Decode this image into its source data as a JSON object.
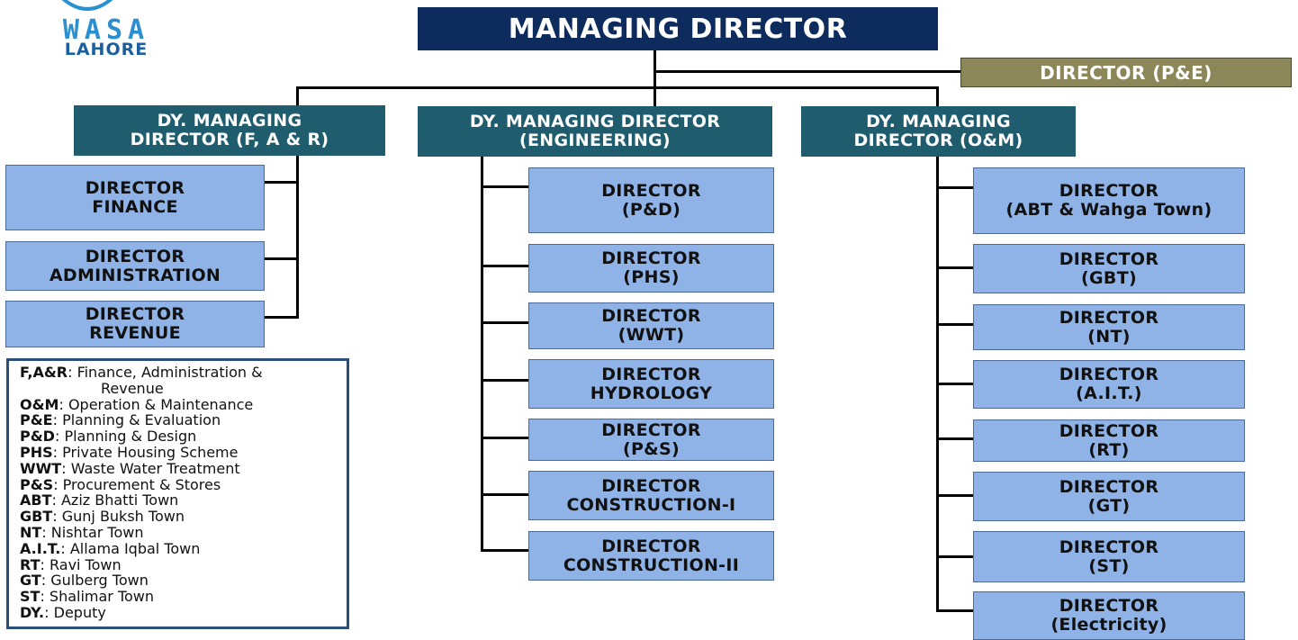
{
  "logo": {
    "line1": "WASA",
    "line2": "LAHORE"
  },
  "managing_director": "MANAGING DIRECTOR",
  "director_pe": "DIRECTOR (P&E)",
  "dy_far": {
    "l1": "DY. MANAGING",
    "l2": "DIRECTOR (F, A & R)"
  },
  "dy_eng": {
    "l1": "DY. MANAGING DIRECTOR",
    "l2": "(ENGINEERING)"
  },
  "dy_om": {
    "l1": "DY. MANAGING",
    "l2": "DIRECTOR (O&M)"
  },
  "left_directors": [
    {
      "l1": "DIRECTOR",
      "l2": "FINANCE"
    },
    {
      "l1": "DIRECTOR",
      "l2": "ADMINISTRATION"
    },
    {
      "l1": "DIRECTOR",
      "l2": "REVENUE"
    }
  ],
  "eng_directors": [
    {
      "l1": "DIRECTOR",
      "l2": "(P&D)"
    },
    {
      "l1": "DIRECTOR",
      "l2": "(PHS)"
    },
    {
      "l1": "DIRECTOR",
      "l2": "(WWT)"
    },
    {
      "l1": "DIRECTOR",
      "l2": "HYDROLOGY"
    },
    {
      "l1": "DIRECTOR",
      "l2": "(P&S)"
    },
    {
      "l1": "DIRECTOR",
      "l2": "CONSTRUCTION-I"
    },
    {
      "l1": "DIRECTOR",
      "l2": "CONSTRUCTION-II"
    }
  ],
  "om_directors": [
    {
      "l1": "DIRECTOR",
      "l2": "(ABT & Wahga Town)"
    },
    {
      "l1": "DIRECTOR",
      "l2": "(GBT)"
    },
    {
      "l1": "DIRECTOR",
      "l2": "(NT)"
    },
    {
      "l1": "DIRECTOR",
      "l2": "(A.I.T.)"
    },
    {
      "l1": "DIRECTOR",
      "l2": "(RT)"
    },
    {
      "l1": "DIRECTOR",
      "l2": "(GT)"
    },
    {
      "l1": "DIRECTOR",
      "l2": "(ST)"
    },
    {
      "l1": "DIRECTOR",
      "l2": "(Electricity)"
    }
  ],
  "legend": [
    {
      "abbr": "F,A&R",
      "text": ": Finance, Administration &"
    },
    {
      "abbr": "",
      "text": "Revenue"
    },
    {
      "abbr": "O&M",
      "text": ": Operation & Maintenance"
    },
    {
      "abbr": "P&E",
      "text": ": Planning & Evaluation"
    },
    {
      "abbr": "P&D",
      "text": ": Planning & Design"
    },
    {
      "abbr": "PHS",
      "text": ": Private Housing Scheme"
    },
    {
      "abbr": "WWT",
      "text": ": Waste Water Treatment"
    },
    {
      "abbr": "P&S",
      "text": ": Procurement & Stores"
    },
    {
      "abbr": "ABT",
      "text": ": Aziz Bhatti Town"
    },
    {
      "abbr": "GBT",
      "text": ": Gunj Buksh Town"
    },
    {
      "abbr": "NT",
      "text": ": Nishtar Town"
    },
    {
      "abbr": "A.I.T.",
      "text": ": Allama Iqbal Town"
    },
    {
      "abbr": "RT",
      "text": ": Ravi Town"
    },
    {
      "abbr": "GT",
      "text": ": Gulberg Town"
    },
    {
      "abbr": "ST",
      "text": ": Shalimar Town"
    },
    {
      "abbr": "DY.",
      "text": ": Deputy"
    }
  ],
  "colors": {
    "md": "#0d2b5c",
    "pe": "#8c8758",
    "dy": "#1f5d6e",
    "director": "#8fb3e6",
    "logo": "#2b8fd0"
  }
}
